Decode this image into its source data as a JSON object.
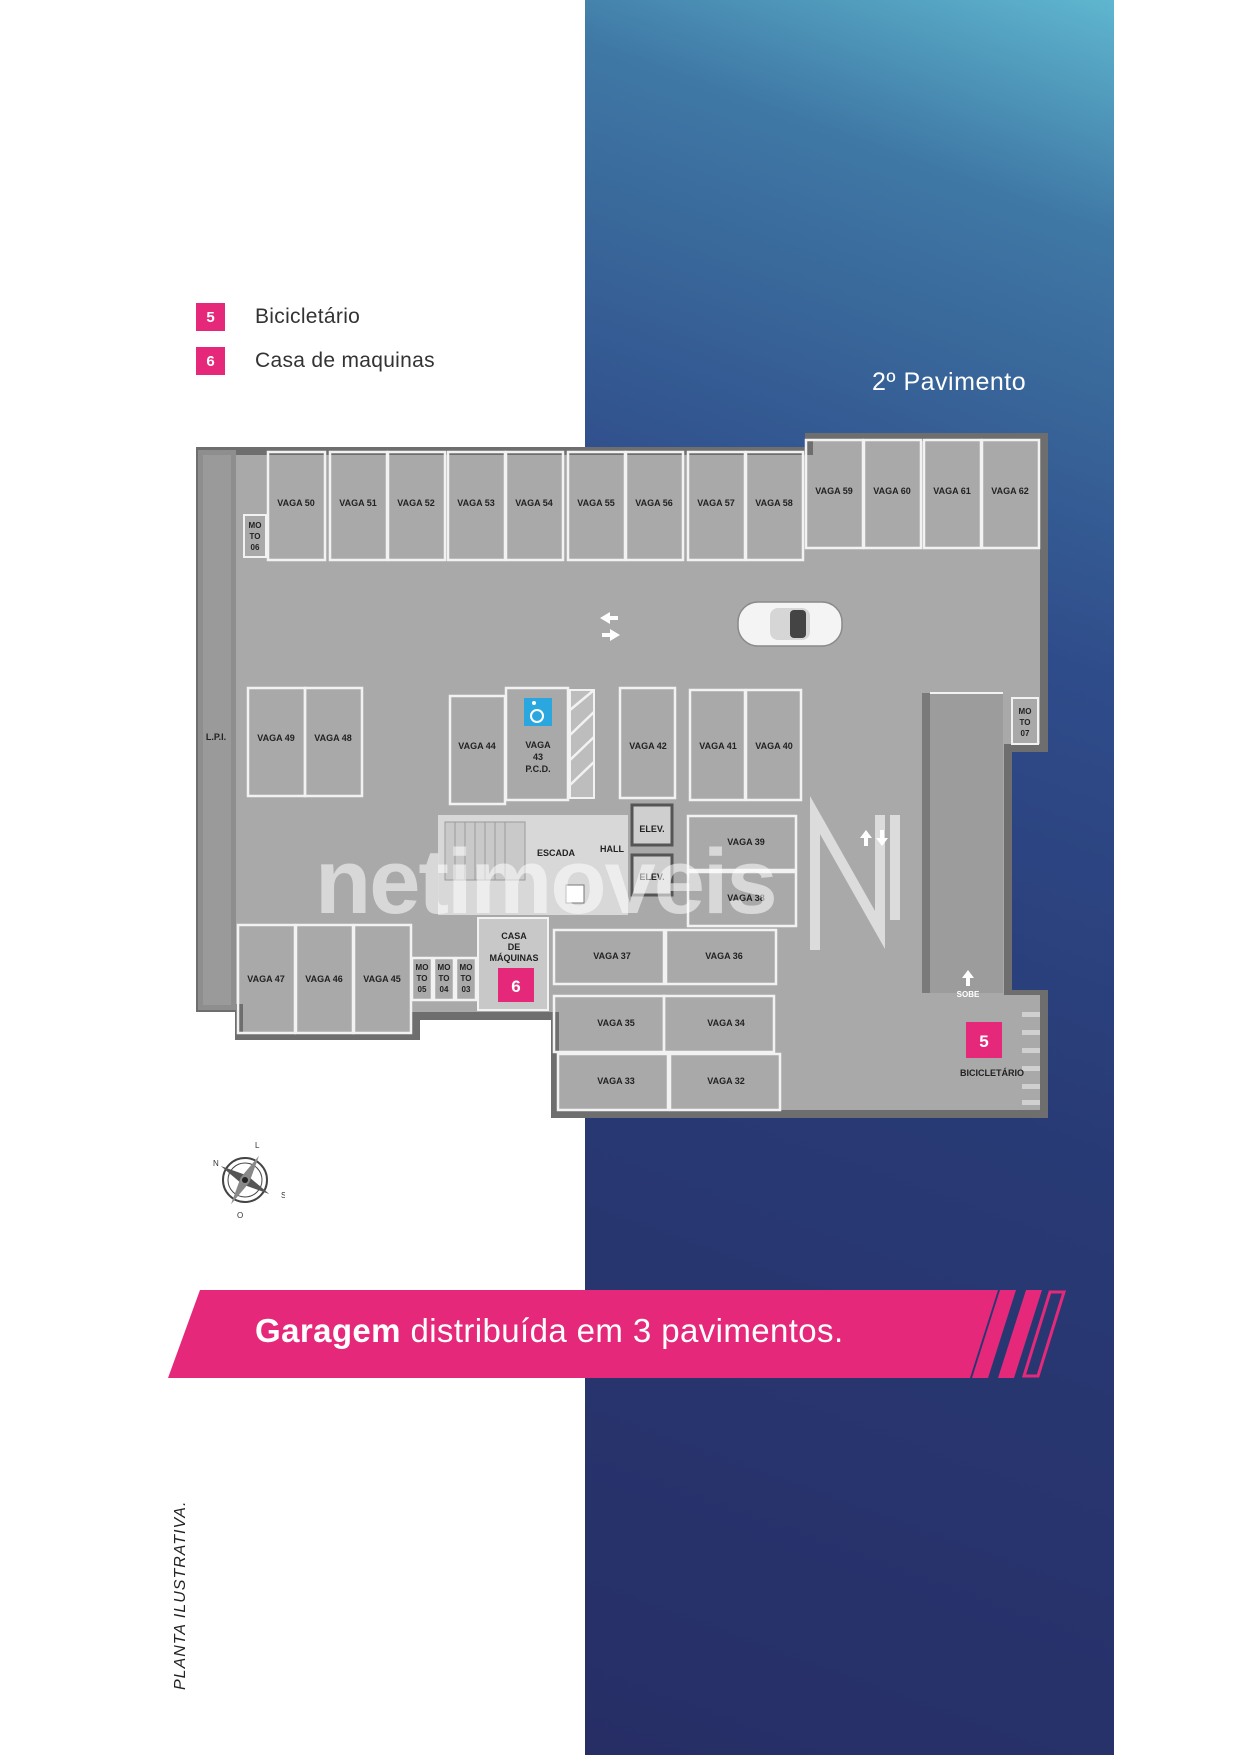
{
  "legend": [
    {
      "number": "5",
      "label": "Bicicletário"
    },
    {
      "number": "6",
      "label": "Casa de maquinas"
    }
  ],
  "floor_title": "2º Pavimento",
  "plan": {
    "top_row_spots": [
      "VAGA 50",
      "VAGA 51",
      "VAGA 52",
      "VAGA 53",
      "VAGA 54",
      "VAGA 55",
      "VAGA 56",
      "VAGA 57",
      "VAGA 58"
    ],
    "top_right_spots": [
      "VAGA 59",
      "VAGA 60",
      "VAGA 61",
      "VAGA 62"
    ],
    "moto_06": [
      "MO",
      "TO",
      "06"
    ],
    "moto_07": [
      "MO",
      "TO",
      "07"
    ],
    "lpi": "L.P.I.",
    "middle_spots": [
      "VAGA 49",
      "VAGA 48",
      "VAGA 44",
      "VAGA 42",
      "VAGA 41",
      "VAGA 40"
    ],
    "pcd_spot": [
      "VAGA",
      "43",
      "P.C.D."
    ],
    "escada": "ESCADA",
    "hall": "HALL",
    "elev1": "ELEV.",
    "elev2": "ELEV.",
    "right_spots": [
      "VAGA 39",
      "VAGA 38"
    ],
    "casa_maquinas": [
      "CASA",
      "DE",
      "MÁQUINAS"
    ],
    "casa_number": "6",
    "bottom_left_spots": [
      "VAGA 47",
      "VAGA 46",
      "VAGA 45"
    ],
    "motos_bottom": [
      [
        "MO",
        "TO",
        "05"
      ],
      [
        "MO",
        "TO",
        "04"
      ],
      [
        "MO",
        "TO",
        "03"
      ]
    ],
    "bottom_right_spots": [
      "VAGA 37",
      "VAGA 36",
      "VAGA 35",
      "VAGA 34",
      "VAGA 33",
      "VAGA 32"
    ],
    "sobe": "SOBE",
    "bike_number": "5",
    "bike_label": "BICICLETÁRIO"
  },
  "watermark": "netimoveis",
  "compass_letters": [
    "N",
    "L",
    "S",
    "O"
  ],
  "banner": {
    "bold": "Garagem",
    "rest": " distribuída em 3 pavimentos."
  },
  "side_note": "PLANTA ILUSTRATIVA.",
  "colors": {
    "accent": "#e5287a",
    "navy": "#272e66",
    "floor": "#a9a9a9"
  }
}
